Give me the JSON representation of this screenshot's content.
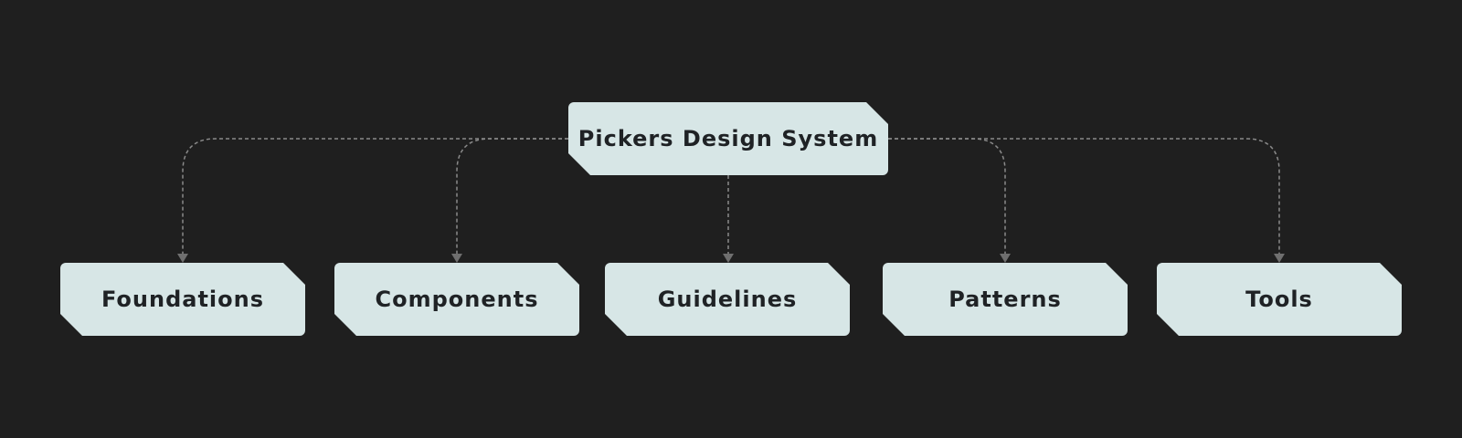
{
  "root": {
    "label": "Pickers Design System"
  },
  "children": [
    {
      "label": "Foundations"
    },
    {
      "label": "Components"
    },
    {
      "label": "Guidelines"
    },
    {
      "label": "Patterns"
    },
    {
      "label": "Tools"
    }
  ],
  "colors": {
    "background": "#1f1f1f",
    "node_fill": "#d7e6e6",
    "node_text": "#1f2225",
    "connector": "#8a8a8a"
  }
}
